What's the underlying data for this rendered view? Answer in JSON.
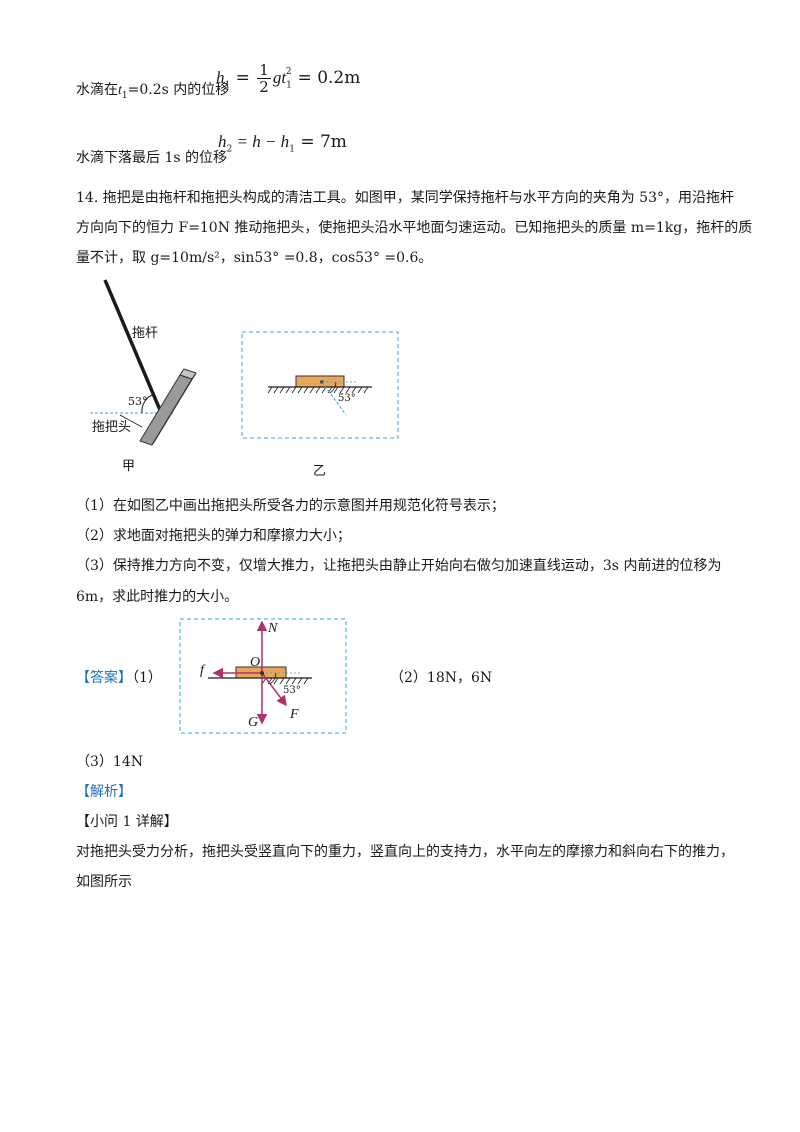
{
  "top": {
    "line1_prefix": "水滴在",
    "line1_var": "t",
    "line1_sub": "1",
    "line1_mid": "=0.2s 内的位移",
    "line1_eq_lhs": "h",
    "line1_eq_lhs_sub": "1",
    "line1_eq_frac_num": "1",
    "line1_eq_frac_den": "2",
    "line1_eq_g": "gt",
    "line1_eq_sub": "1",
    "line1_eq_sup": "2",
    "line1_eq_rhs": "= 0.2m",
    "line2_text": "水滴下落最后 1s 的位移",
    "line2_eq_lhs": "h",
    "line2_eq_lhs_sub": "2",
    "line2_eq_mid": " = h − h",
    "line2_eq_mid_sub": "1",
    "line2_eq_rhs": " = 7m"
  },
  "problem": {
    "number": "14.",
    "p1": "拖把是由拖杆和拖把头构成的清洁工具。如图甲，某同学保持拖杆与水平方向的夹角为 53°，用沿拖杆",
    "p2": "方向向下的恒力 F=10N 推动拖把头，使拖把头沿水平地面匀速运动。已知拖把头的质量 m=1kg，拖杆的质",
    "p3": "量不计，取 g=10m/s²，sin53° =0.8，cos53° =0.6。"
  },
  "figures": {
    "jia_rod_label": "拖杆",
    "jia_angle": "53°",
    "jia_head_label": "拖把头",
    "jia_caption": "甲",
    "yi_angle": "53°",
    "yi_caption": "乙"
  },
  "questions": {
    "q1": "（1）在如图乙中画出拖把头所受各力的示意图并用规范化符号表示；",
    "q2": "（2）求地面对拖把头的弹力和摩擦力大小；",
    "q3a": "（3）保持推力方向不变，仅增大推力，让拖把头由静止开始向右做匀加速直线运动，3s 内前进的位移为",
    "q3b": "6m，求此时推力的大小。"
  },
  "answer": {
    "label": "【答案】",
    "part1": "（1）",
    "fig_N": "N",
    "fig_f": "f",
    "fig_O": "O",
    "fig_angle": "53°",
    "fig_G": "G",
    "fig_F": "F",
    "part2": "（2）18N，6N",
    "part3": "（3）14N"
  },
  "analysis": {
    "label": "【解析】",
    "sub1": "【小问 1 详解】",
    "text1": "对拖把头受力分析，拖把头受竖直向下的重力，竖直向上的支持力，水平向左的摩擦力和斜向右下的推力，",
    "text2": "如图所示"
  },
  "colors": {
    "accent_blue": "#1f6fb8",
    "block_fill": "#e8a65a",
    "force_arrow": "#b0306a",
    "dashed_frame": "#3aa0d8"
  }
}
